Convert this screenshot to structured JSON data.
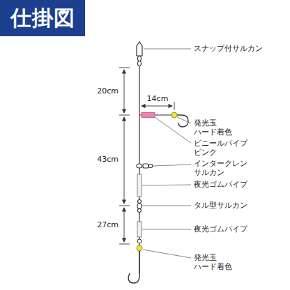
{
  "diagram": {
    "title": "仕掛図",
    "labels": [
      "スナップ付サルカン",
      "20cm",
      "14cm",
      "発光玉 ハード着色",
      "ビニールパイプ ピンク",
      "インタークレン サルカン",
      "夜光ゴムパイプ",
      "タル型サルカン",
      "43cm",
      "27cm",
      "夜光ゴムパイプ",
      "発光玉 ハード着色"
    ]
  }
}
